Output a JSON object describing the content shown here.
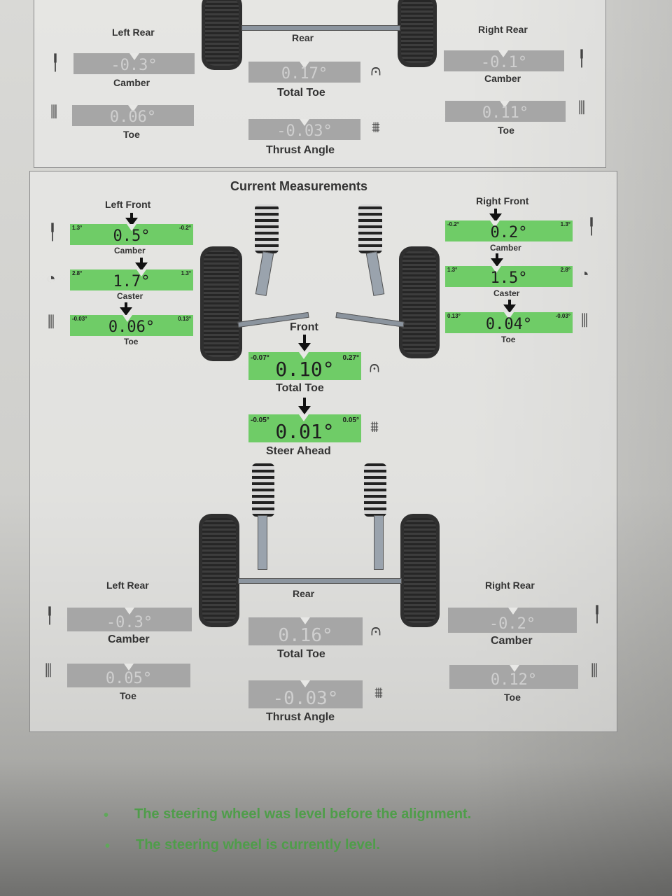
{
  "top_section": {
    "left_rear_title": "Left Rear",
    "right_rear_title": "Right Rear",
    "rear_title": "Rear",
    "left_rear_camber": "-0.3°",
    "left_rear_camber_label": "Camber",
    "left_rear_toe": "0.06°",
    "left_rear_toe_label": "Toe",
    "total_toe": "0.17°",
    "total_toe_label": "Total Toe",
    "thrust_angle": "-0.03°",
    "thrust_angle_label": "Thrust Angle",
    "right_rear_camber": "-0.1°",
    "right_rear_camber_label": "Camber",
    "right_rear_toe": "0.11°",
    "right_rear_toe_label": "Toe"
  },
  "current": {
    "title": "Current Measurements",
    "left_front_title": "Left Front",
    "right_front_title": "Right Front",
    "front_title": "Front",
    "lf_camber": {
      "value": "0.5°",
      "label": "Camber",
      "min": "1.3°",
      "max": "-0.2°"
    },
    "lf_caster": {
      "value": "1.7°",
      "label": "Caster",
      "min": "2.8°",
      "max": "1.3°"
    },
    "lf_toe": {
      "value": "0.06°",
      "label": "Toe",
      "min": "-0.03°",
      "max": "0.13°"
    },
    "rf_camber": {
      "value": "0.2°",
      "label": "Camber",
      "min": "-0.2°",
      "max": "1.3°"
    },
    "rf_caster": {
      "value": "1.5°",
      "label": "Caster",
      "min": "1.3°",
      "max": "2.8°"
    },
    "rf_toe": {
      "value": "0.04°",
      "label": "Toe",
      "min": "0.13°",
      "max": "-0.03°"
    },
    "total_toe": {
      "value": "0.10°",
      "label": "Total Toe",
      "min": "-0.07°",
      "max": "0.27°"
    },
    "steer_ahead": {
      "value": "0.01°",
      "label": "Steer Ahead",
      "min": "-0.05°",
      "max": "0.05°"
    },
    "rear_title": "Rear",
    "left_rear_title": "Left Rear",
    "right_rear_title": "Right Rear",
    "lr_camber": {
      "value": "-0.3°",
      "label": "Camber"
    },
    "lr_toe": {
      "value": "0.05°",
      "label": "Toe"
    },
    "rear_total_toe": {
      "value": "0.16°",
      "label": "Total Toe"
    },
    "thrust_angle": {
      "value": "-0.03°",
      "label": "Thrust Angle"
    },
    "rr_camber": {
      "value": "-0.2°",
      "label": "Camber"
    },
    "rr_toe": {
      "value": "0.12°",
      "label": "Toe"
    }
  },
  "notes": [
    "The steering wheel was level before the alignment.",
    "The steering wheel is currently level."
  ],
  "colors": {
    "in_spec": "#6fcc67",
    "rear_bar": "#a6a6a6",
    "note_green": "#4f9d4a"
  }
}
